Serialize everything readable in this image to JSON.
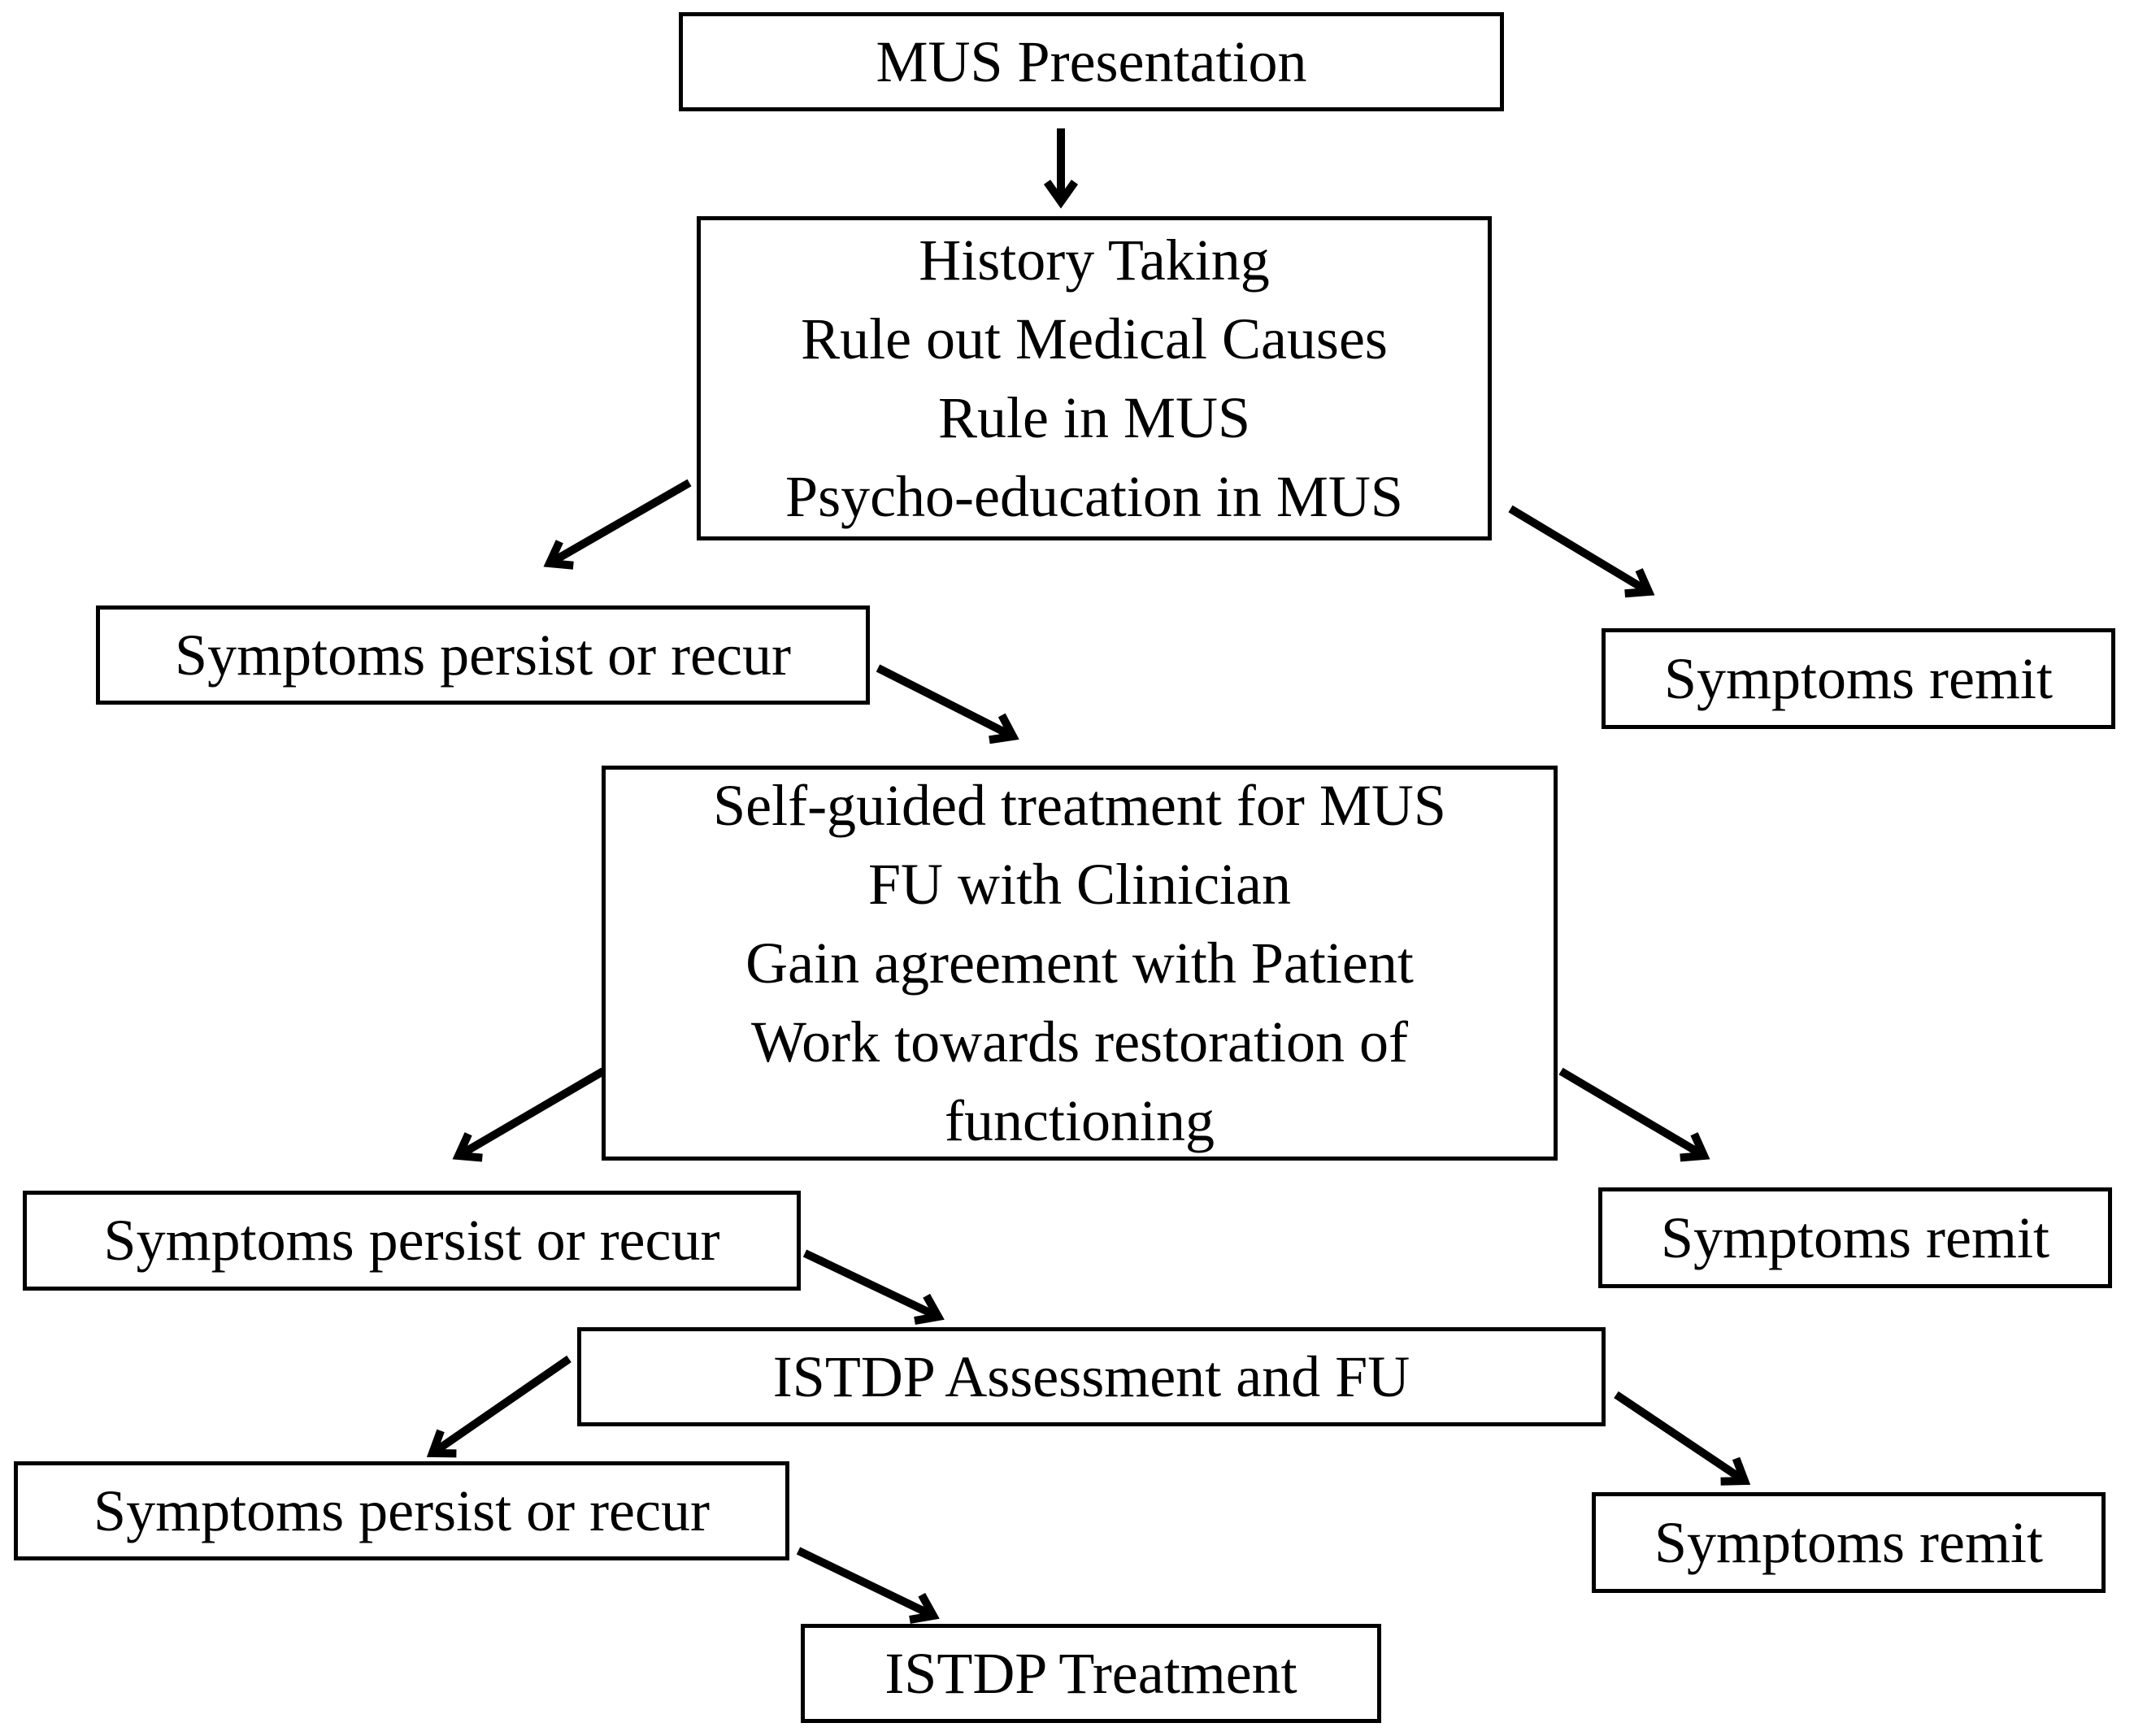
{
  "diagram": {
    "title": "MUS treatment pathway flowchart",
    "colors": {
      "background": "#ffffff",
      "box_fill": "#ffffff",
      "line": "#000000",
      "text": "#000000"
    },
    "nodes": [
      {
        "id": "mus-presentation",
        "label": "MUS Presentation"
      },
      {
        "id": "history-taking",
        "label": "History Taking\nRule out Medical Causes\nRule in MUS\nPsycho-education in MUS"
      },
      {
        "id": "symptoms-persist-1",
        "label": "Symptoms persist or recur"
      },
      {
        "id": "symptoms-remit-1",
        "label": "Symptoms remit"
      },
      {
        "id": "self-guided-treatment",
        "label": "Self-guided treatment for MUS\nFU with Clinician\nGain agreement with Patient\nWork towards restoration of\nfunctioning"
      },
      {
        "id": "symptoms-persist-2",
        "label": "Symptoms persist or recur"
      },
      {
        "id": "symptoms-remit-2",
        "label": "Symptoms remit"
      },
      {
        "id": "istdp-assessment",
        "label": "ISTDP Assessment and FU"
      },
      {
        "id": "symptoms-persist-3",
        "label": "Symptoms persist or recur"
      },
      {
        "id": "symptoms-remit-3",
        "label": "Symptoms remit"
      },
      {
        "id": "istdp-treatment",
        "label": "ISTDP Treatment"
      }
    ],
    "edges": [
      {
        "from": "mus-presentation",
        "to": "history-taking"
      },
      {
        "from": "history-taking",
        "to": "symptoms-persist-1"
      },
      {
        "from": "history-taking",
        "to": "symptoms-remit-1"
      },
      {
        "from": "symptoms-persist-1",
        "to": "self-guided-treatment"
      },
      {
        "from": "self-guided-treatment",
        "to": "symptoms-persist-2"
      },
      {
        "from": "self-guided-treatment",
        "to": "symptoms-remit-2"
      },
      {
        "from": "symptoms-persist-2",
        "to": "istdp-assessment"
      },
      {
        "from": "istdp-assessment",
        "to": "symptoms-persist-3"
      },
      {
        "from": "istdp-assessment",
        "to": "symptoms-remit-3"
      },
      {
        "from": "symptoms-persist-3",
        "to": "istdp-treatment"
      }
    ]
  }
}
